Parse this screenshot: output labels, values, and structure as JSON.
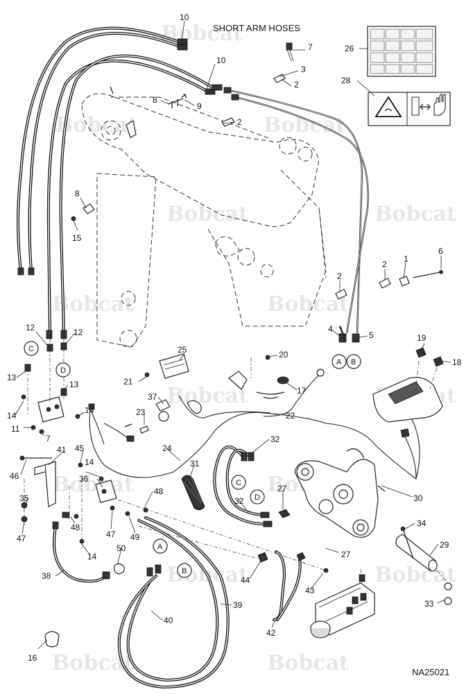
{
  "heading": "SHORT ARM HOSES",
  "figure_code": "NA25021",
  "watermark": "Bobcat",
  "connector_letters": [
    "A",
    "B",
    "C",
    "D"
  ],
  "callouts": [
    {
      "id": "c10a",
      "text": "10"
    },
    {
      "id": "c10b",
      "text": "10"
    },
    {
      "id": "c7a",
      "text": "7"
    },
    {
      "id": "c3",
      "text": "3"
    },
    {
      "id": "c2a",
      "text": "2"
    },
    {
      "id": "c26",
      "text": "26"
    },
    {
      "id": "c28",
      "text": "28"
    },
    {
      "id": "c8a",
      "text": "8"
    },
    {
      "id": "c9",
      "text": "9"
    },
    {
      "id": "c2b",
      "text": "2"
    },
    {
      "id": "c8b",
      "text": "8"
    },
    {
      "id": "c15",
      "text": "15"
    },
    {
      "id": "c6",
      "text": "6"
    },
    {
      "id": "c1",
      "text": "1"
    },
    {
      "id": "c2c",
      "text": "2"
    },
    {
      "id": "c2d",
      "text": "2"
    },
    {
      "id": "c4",
      "text": "4"
    },
    {
      "id": "c5",
      "text": "5"
    },
    {
      "id": "c12a",
      "text": "12"
    },
    {
      "id": "c12b",
      "text": "12"
    },
    {
      "id": "c19",
      "text": "19"
    },
    {
      "id": "c18",
      "text": "18"
    },
    {
      "id": "c25",
      "text": "25"
    },
    {
      "id": "c20",
      "text": "20"
    },
    {
      "id": "c13a",
      "text": "13"
    },
    {
      "id": "c13b",
      "text": "13"
    },
    {
      "id": "c21",
      "text": "21"
    },
    {
      "id": "c17",
      "text": "17"
    },
    {
      "id": "c37",
      "text": "37"
    },
    {
      "id": "c14a",
      "text": "14"
    },
    {
      "id": "c14b",
      "text": "14"
    },
    {
      "id": "c11",
      "text": "11"
    },
    {
      "id": "c23",
      "text": "23"
    },
    {
      "id": "c22",
      "text": "22"
    },
    {
      "id": "c7b",
      "text": "7"
    },
    {
      "id": "c32a",
      "text": "32"
    },
    {
      "id": "c45",
      "text": "45"
    },
    {
      "id": "c41",
      "text": "41"
    },
    {
      "id": "c24",
      "text": "24"
    },
    {
      "id": "c14c",
      "text": "14"
    },
    {
      "id": "c46",
      "text": "46"
    },
    {
      "id": "c31",
      "text": "31"
    },
    {
      "id": "c36",
      "text": "36"
    },
    {
      "id": "c30",
      "text": "30"
    },
    {
      "id": "c35",
      "text": "35"
    },
    {
      "id": "c48a",
      "text": "48"
    },
    {
      "id": "c27a",
      "text": "27"
    },
    {
      "id": "c32b",
      "text": "32"
    },
    {
      "id": "c47a",
      "text": "47"
    },
    {
      "id": "c48b",
      "text": "48"
    },
    {
      "id": "c47b",
      "text": "47"
    },
    {
      "id": "c49",
      "text": "49"
    },
    {
      "id": "c34",
      "text": "34"
    },
    {
      "id": "c29",
      "text": "29"
    },
    {
      "id": "c50",
      "text": "50"
    },
    {
      "id": "c27b",
      "text": "27"
    },
    {
      "id": "c14d",
      "text": "14"
    },
    {
      "id": "c38",
      "text": "38"
    },
    {
      "id": "c44",
      "text": "44"
    },
    {
      "id": "c43",
      "text": "43"
    },
    {
      "id": "c39",
      "text": "39"
    },
    {
      "id": "c33",
      "text": "33"
    },
    {
      "id": "c40",
      "text": "40"
    },
    {
      "id": "c42",
      "text": "42"
    },
    {
      "id": "c16",
      "text": "16"
    }
  ],
  "colors": {
    "ink": "#111111",
    "watermark": "#e6e6e6",
    "background": "#ffffff"
  }
}
